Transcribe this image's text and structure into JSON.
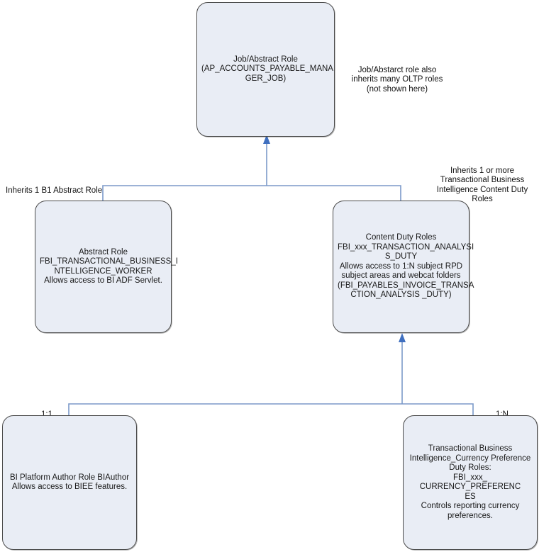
{
  "diagram": {
    "title_node": {
      "label": "Job/Abstract Role\n(AP_ACCOUNTS_PAYABLE_MANA\nGER_JOB)"
    },
    "nodes": [
      {
        "id": "job-abstract-role",
        "label": "Job/Abstract Role\n(AP_ACCOUNTS_PAYABLE_MANA\nGER_JOB)"
      },
      {
        "id": "abstract-role",
        "label": "Abstract Role\nFBI_TRANSACTIONAL_BUSINESS_I\nNTELLIGENCE_WORKER\nAllows access to BI ADF Servlet."
      },
      {
        "id": "content-duty-roles",
        "label": "Content Duty Roles\nFBI_xxx_TRANSACTION_ANAALYSI\nS_DUTY\nAllows access to 1:N subject RPD\nsubject areas and webcat folders\n(FBI_PAYABLES_INVOICE_TRANSA\nCTION_ANALYSIS _DUTY)"
      },
      {
        "id": "bi-platform-author-role",
        "label": "BI Platform Author Role BIAuthor\nAllows access to BIEE features."
      },
      {
        "id": "currency-preference-duty-roles",
        "label": "Transactional Business\nIntelligence_Currency Preference\nDuty Roles:\nFBI_xxx_\nCURRENCY_PREFERENC\nES\nControls reporting currency\npreferences."
      }
    ],
    "annotations": [
      {
        "id": "oltp-note",
        "text": "Job/Abstarct role also\ninherits many OLTP roles\n(not shown here)"
      },
      {
        "id": "inherits-b1-abstract-role",
        "text": "Inherits 1 B1 Abstract Role"
      },
      {
        "id": "inherits-content-duty-roles",
        "text": "Inherits 1 or more\nTransactional Business\nIntelligence Content Duty\nRoles"
      },
      {
        "id": "cardinality-one-to-one",
        "text": "1:1"
      },
      {
        "id": "cardinality-one-to-many",
        "text": "1:N"
      }
    ],
    "colors": {
      "node_fill": "#e9edf5",
      "node_border": "#4a4a4a",
      "connector": "#7b99c9",
      "arrow": "#3f6fbf",
      "text": "#1a1a1a",
      "background": "#ffffff"
    }
  }
}
